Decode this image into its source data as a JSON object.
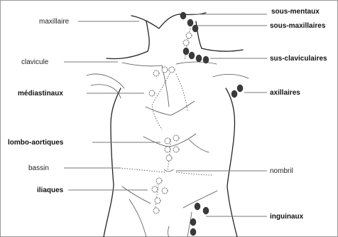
{
  "labels": {
    "maxillaire": "maxillaire",
    "clavicule": "clavicule",
    "mediastinaux": "médiastinaux",
    "lombo_aortiques": "lombo-aortiques",
    "bassin": "bassin",
    "iliaques": "iliaques",
    "sous_mentaux": "sous-mentaux",
    "sous_maxillaires": "sous-maxillaires",
    "sus_claviculaires": "sus-claviculaires",
    "axillaires": "axillaires",
    "nombril": "nombril",
    "inguinaux": "inguinaux"
  },
  "colors": {
    "outline": "#222222",
    "node_fill": "#3a3a3a",
    "leader": "#777777"
  }
}
